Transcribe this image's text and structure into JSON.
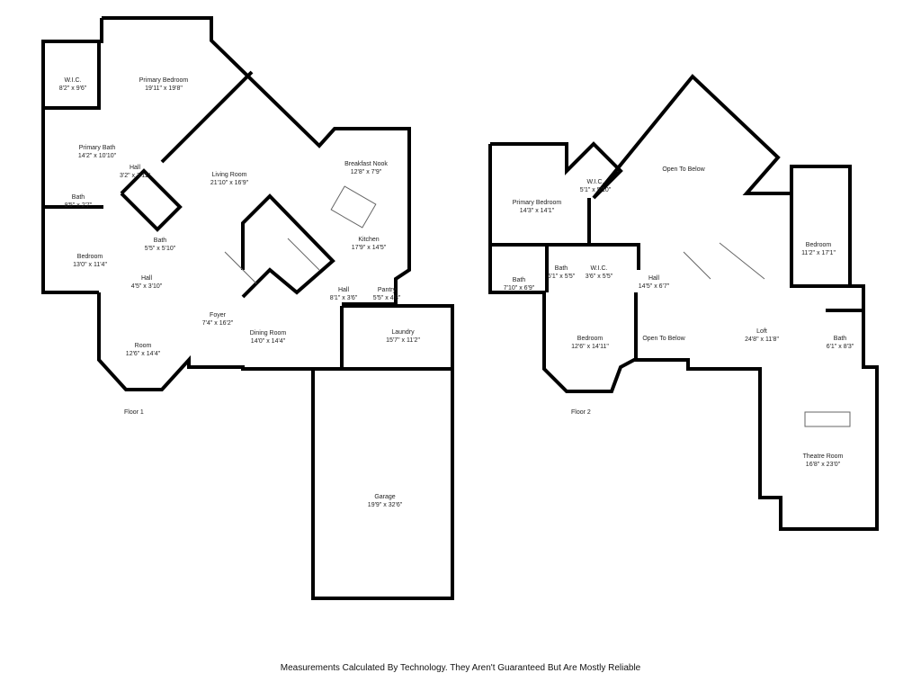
{
  "floor1": {
    "label": "Floor 1",
    "rooms": [
      {
        "name": "W.I.C.",
        "size": "8'2\" x 9'6\""
      },
      {
        "name": "Primary Bedroom",
        "size": "19'11\" x 19'8\""
      },
      {
        "name": "Primary Bath",
        "size": "14'2\" x 10'10\""
      },
      {
        "name": "Hall",
        "size": "3'2\" x 3'11\""
      },
      {
        "name": "Bath",
        "size": "8'5\" x 2'7\""
      },
      {
        "name": "Living Room",
        "size": "21'10\" x 16'9\""
      },
      {
        "name": "Breakfast Nook",
        "size": "12'8\" x 7'9\""
      },
      {
        "name": "Bath",
        "size": "5'5\" x 5'10\""
      },
      {
        "name": "Bedroom",
        "size": "13'0\" x 11'4\""
      },
      {
        "name": "Kitchen",
        "size": "17'9\" x 14'5\""
      },
      {
        "name": "Hall",
        "size": "4'5\" x 3'10\""
      },
      {
        "name": "Hall",
        "size": "8'1\" x 3'6\""
      },
      {
        "name": "Pantry",
        "size": "5'5\" x 4'8\""
      },
      {
        "name": "Foyer",
        "size": "7'4\" x 16'2\""
      },
      {
        "name": "Dining Room",
        "size": "14'0\" x 14'4\""
      },
      {
        "name": "Laundry",
        "size": "15'7\" x 11'2\""
      },
      {
        "name": "Room",
        "size": "12'6\" x 14'4\""
      },
      {
        "name": "Garage",
        "size": "19'9\" x 32'6\""
      }
    ]
  },
  "floor2": {
    "label": "Floor 2",
    "rooms": [
      {
        "name": "Open To Below",
        "size": ""
      },
      {
        "name": "W.I.C.",
        "size": "5'1\" x 5'10\""
      },
      {
        "name": "Primary Bedroom",
        "size": "14'3\" x 14'1\""
      },
      {
        "name": "Bedroom",
        "size": "11'2\" x 17'1\""
      },
      {
        "name": "Bath",
        "size": "6'1\" x 5'5\""
      },
      {
        "name": "W.I.C.",
        "size": "3'6\" x 5'5\""
      },
      {
        "name": "Bath",
        "size": "7'10\" x 6'9\""
      },
      {
        "name": "Hall",
        "size": "14'5\" x 6'7\""
      },
      {
        "name": "Bedroom",
        "size": "12'6\" x 14'11\""
      },
      {
        "name": "Open To Below",
        "size": ""
      },
      {
        "name": "Loft",
        "size": "24'8\" x 11'8\""
      },
      {
        "name": "Bath",
        "size": "6'1\" x 8'3\""
      },
      {
        "name": "Theatre Room",
        "size": "16'8\" x 23'0\""
      }
    ]
  },
  "disclaimer": "Measurements Calculated By Technology. They Aren't Guaranteed But Are Mostly Reliable"
}
